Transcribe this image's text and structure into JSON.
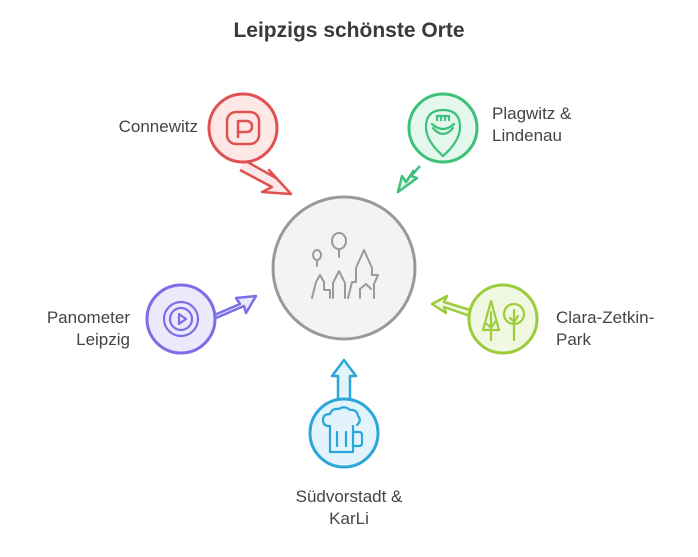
{
  "title": "Leipzigs schönste Orte",
  "center": {
    "icon": "leipzig-skyline-icon"
  },
  "items": [
    {
      "label_lines": [
        "Connewitz"
      ],
      "icon": "parking-icon",
      "color": "#e0524f",
      "fill": "#fde8e7"
    },
    {
      "label_lines": [
        "Plagwitz &",
        "Lindenau"
      ],
      "icon": "location-pin-icon",
      "color": "#3ec07a",
      "fill": "#e3f7ec"
    },
    {
      "label_lines": [
        "Clara-Zetkin-",
        "Park"
      ],
      "icon": "trees-icon",
      "color": "#9ccc3c",
      "fill": "#f1f8e2"
    },
    {
      "label_lines": [
        "Südvorstadt &",
        "KarLi"
      ],
      "icon": "beer-mug-icon",
      "color": "#2aa7d8",
      "fill": "#e2f3fb"
    },
    {
      "label_lines": [
        "Panometer",
        "Leipzig"
      ],
      "icon": "play-button-icon",
      "color": "#7b6ee6",
      "fill": "#ece9fc"
    }
  ]
}
